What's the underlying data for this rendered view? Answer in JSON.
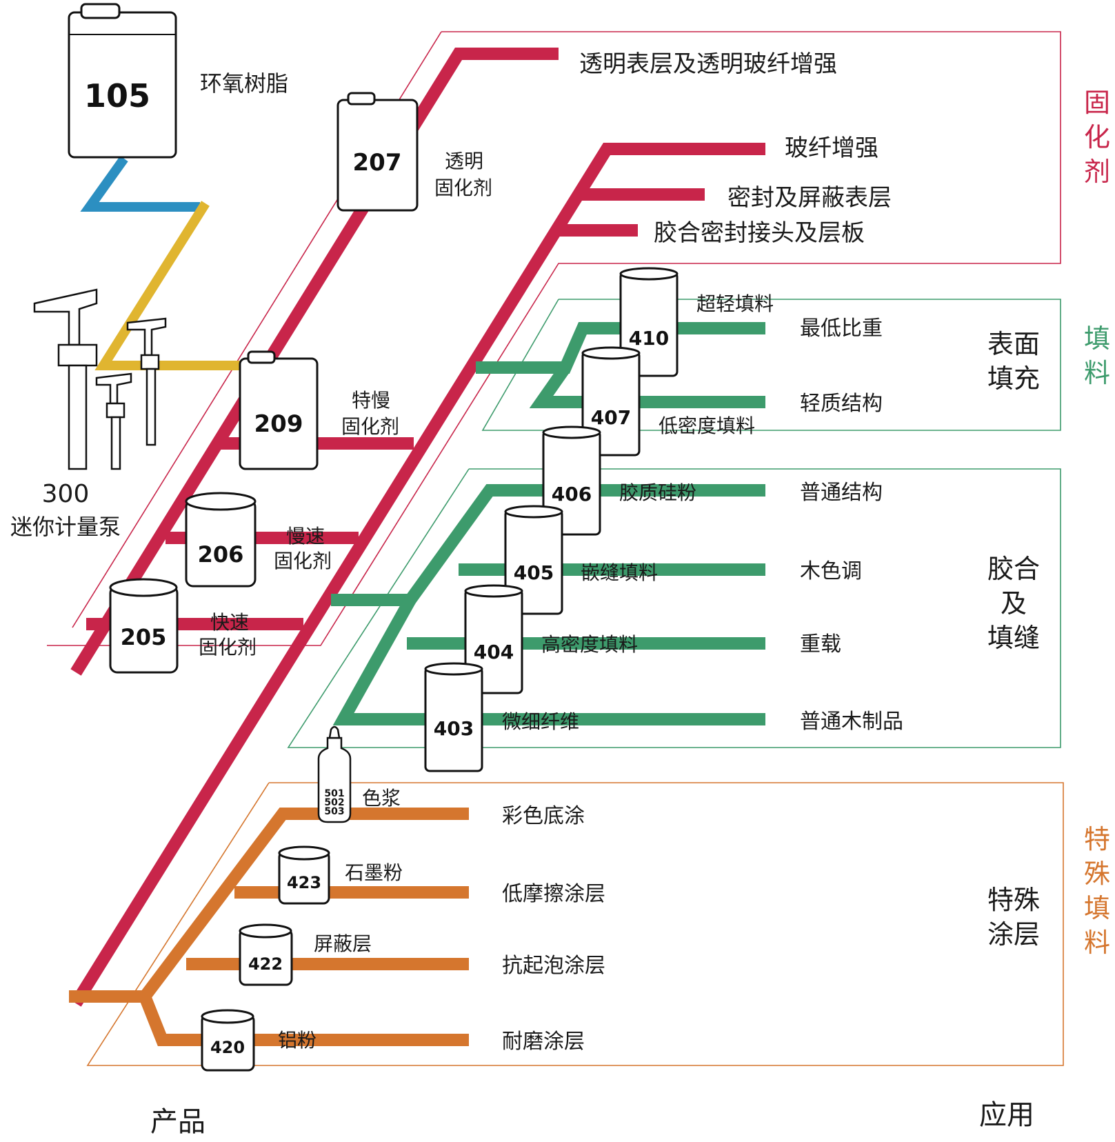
{
  "colors": {
    "hardener": "#c8254a",
    "filler": "#3d9b6c",
    "special": "#d5762e",
    "resin_link": "#2c8fc1",
    "pump_link": "#e0b530",
    "box_filler": "#3d9b6c",
    "box_special": "#d5762e",
    "box_hardener": "#c8254a"
  },
  "resin": {
    "code": "105",
    "label": "环氧树脂"
  },
  "pump": {
    "code": "300",
    "label": "迷你计量泵"
  },
  "hardeners": [
    {
      "code": "207",
      "label_line1": "透明",
      "label_line2": "固化剂"
    },
    {
      "code": "209",
      "label_line1": "特慢",
      "label_line2": "固化剂"
    },
    {
      "code": "206",
      "label_line1": "慢速",
      "label_line2": "固化剂"
    },
    {
      "code": "205",
      "label_line1": "快速",
      "label_line2": "固化剂"
    }
  ],
  "hardener_applications": [
    "透明表层及透明玻纤增强",
    "玻纤增强",
    "密封及屏蔽表层",
    "胶合密封接头及层板"
  ],
  "fillers": [
    {
      "code": "410",
      "label": "超轻填料"
    },
    {
      "code": "407",
      "label": "低密度填料"
    },
    {
      "code": "406",
      "label": "胶质硅粉"
    },
    {
      "code": "405",
      "label": "嵌缝填料"
    },
    {
      "code": "404",
      "label": "高密度填料"
    },
    {
      "code": "403",
      "label": "微细纤维"
    }
  ],
  "filler_applications": {
    "surface": [
      "最低比重",
      "轻质结构"
    ],
    "bonding": [
      "普通结构",
      "木色调",
      "重载",
      "普通木制品"
    ]
  },
  "special": [
    {
      "code_lines": [
        "501",
        "502",
        "503"
      ],
      "label": "色浆"
    },
    {
      "code": "423",
      "label": "石墨粉"
    },
    {
      "code": "422",
      "label": "屏蔽层"
    },
    {
      "code": "420",
      "label": "铝粉"
    }
  ],
  "special_applications": [
    "彩色底涂",
    "低摩擦涂层",
    "抗起泡涂层",
    "耐磨涂层"
  ],
  "groups": {
    "surface_fill": [
      "表面",
      "填充"
    ],
    "bonding_fill": [
      "胶合",
      "及",
      "填缝"
    ],
    "special_coat": [
      "特殊",
      "涂层"
    ]
  },
  "categories": {
    "hardener": [
      "固",
      "化",
      "剂"
    ],
    "filler": [
      "填",
      "料"
    ],
    "special_filler": [
      "特",
      "殊",
      "填",
      "料"
    ]
  },
  "footer": {
    "products": "产品",
    "applications": "应用"
  }
}
